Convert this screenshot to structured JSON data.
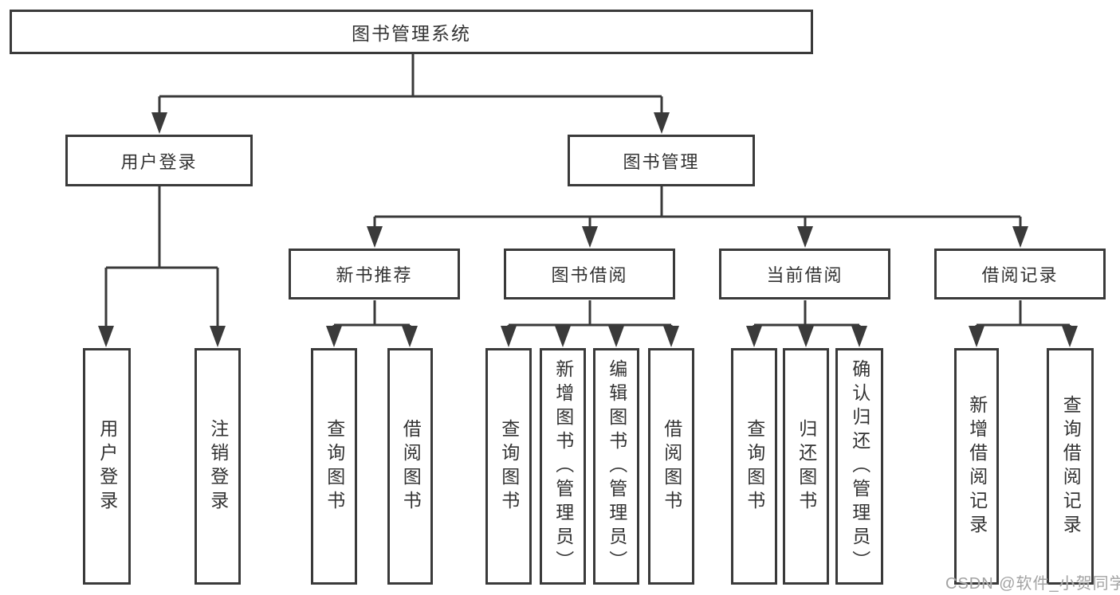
{
  "tree": {
    "root": "图书管理系统",
    "level2": [
      {
        "label": "用户登录",
        "children": [
          "用户登录",
          "注销登录"
        ]
      },
      {
        "label": "图书管理",
        "children": [
          {
            "label": "新书推荐",
            "children": [
              "查询图书",
              "借阅图书"
            ]
          },
          {
            "label": "图书借阅",
            "children": [
              "查询图书",
              "新增图书（管理员）",
              "编辑图书（管理员）",
              "借阅图书"
            ]
          },
          {
            "label": "当前借阅",
            "children": [
              "查询图书",
              "归还图书",
              "确认归还（管理员）"
            ]
          },
          {
            "label": "借阅记录",
            "children": [
              "新增借阅记录",
              "查询借阅记录"
            ]
          }
        ]
      }
    ]
  },
  "watermark": "CSDN @软件_小贺同学",
  "colors": {
    "line": "#3a3a3a",
    "box_border": "#3a3a3a",
    "box_background": "#ffffff",
    "text": "#333333",
    "watermark": "#a3a3a3"
  }
}
